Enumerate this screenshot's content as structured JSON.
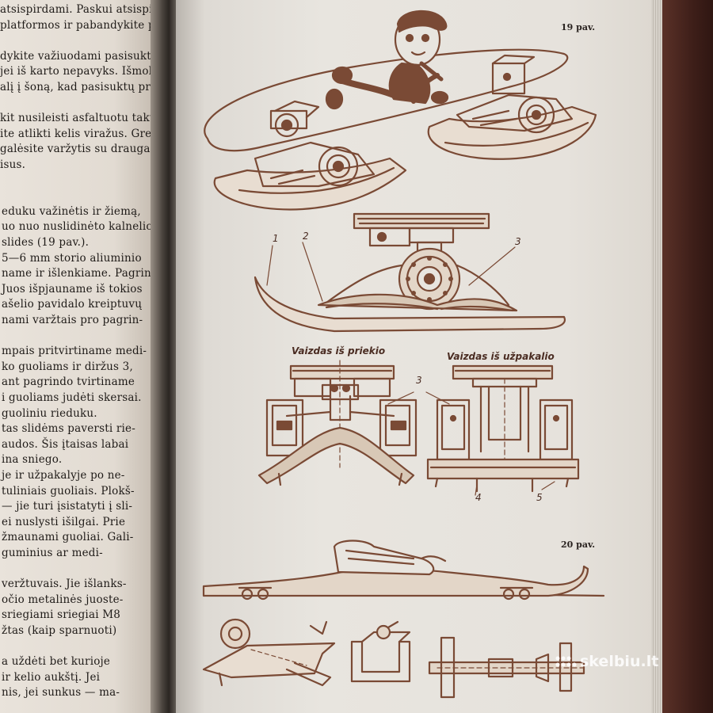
{
  "left_page": {
    "lines": [
      "atsispirdami. Paskui atsispirkite",
      "platformos ir pabandykite pa-",
      "",
      "dykite važiuodami pasisukti į",
      "jei iš karto nepavyks. Išmoki-",
      "alį į šoną, kad pasisuktų prie-",
      "",
      "kit nusileisti asfaltuotu taku",
      "ite atlikti kelis viražus. Grei-",
      "galėsite varžytis su draugais,",
      "isus.",
      "",
      "",
      "eduku važinėtis ir žiemą,",
      "uo nuo nuslidinėto kalnelio.",
      "slides (19 pav.).",
      "5—6 mm storio aliuminio",
      "name ir išlenkiame. Pagrin-",
      "Juos išpjauname iš tokios",
      "ašelio pavidalo kreiptuvų",
      "nami varžtais pro pagrin-",
      "",
      "mpais pritvirtiname medi-",
      "ko guoliams ir diržus 3,",
      "ant pagrindo tvirtiname",
      "i guoliams judėti skersai.",
      "guoliniu rieduku.",
      "tas slidėms paversti rie-",
      "audos. Šis įtaisas labai",
      "ina sniego.",
      "je ir užpakalyje po ne-",
      "tuliniais guoliais. Plokš-",
      "— jie turi įsistatyti į sli-",
      "ei nuslysti išilgai. Prie",
      "žmaunami guoliai. Gali-",
      "guminius ar medi-",
      "",
      "veržtuvais. Jie išlanks-",
      "očio metalinės juoste-",
      "sriegiami sriegiai M8",
      "žtas (kaip sparnuoti)",
      "",
      "a uždėti bet kurioje",
      "ir kelio aukštį. Jei",
      "nis, jei sunkus — ma-"
    ]
  },
  "figure": {
    "fig19_label": "19 pav.",
    "fig20_label": "20 pav.",
    "view_front": "Vaizdas iš priekio",
    "view_back": "Vaizdas iš užpakalio",
    "num_1": "1",
    "num_2": "2",
    "num_3a": "3",
    "num_3b": "3",
    "num_4": "4",
    "num_5": "5",
    "ink_color": "#7a4a35"
  },
  "watermark": {
    "text": "skelbiu.lt"
  }
}
